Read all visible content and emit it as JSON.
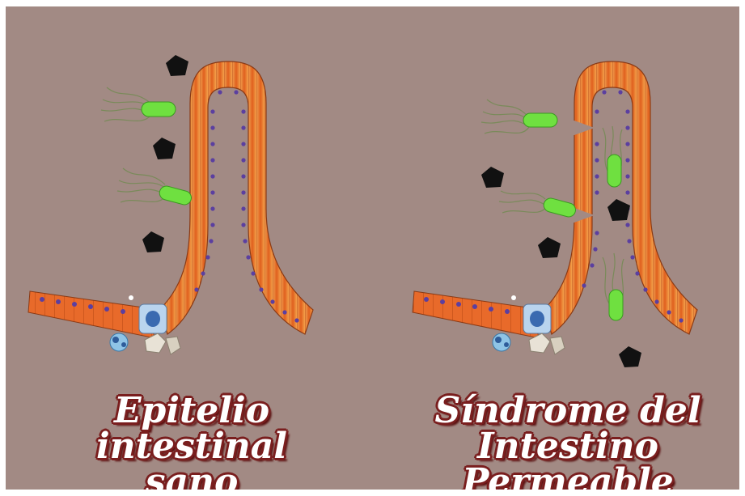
{
  "panels": [
    {
      "id": "healthy",
      "caption_line1": "Epitelio intestinal",
      "caption_line2": "sano"
    },
    {
      "id": "leaky",
      "caption_line1": "Síndrome del",
      "caption_line2": "Intestino Permeable"
    }
  ],
  "colors": {
    "background": "#a28a84",
    "epithelium": "#e8702a",
    "nucleus": "#5b3fa0",
    "bacteria": "#6fe040",
    "particle": "#111111",
    "caption_outline": "#7a1f1f"
  }
}
